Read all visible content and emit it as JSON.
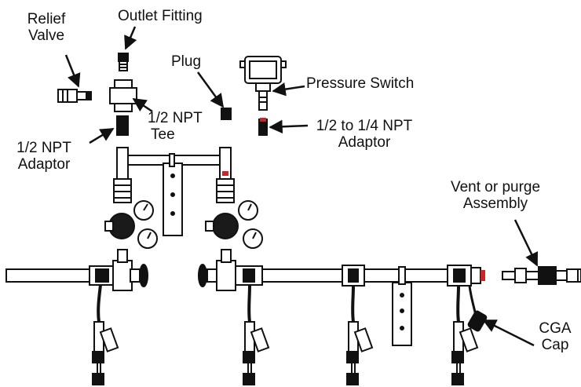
{
  "labels": {
    "relief_valve": [
      "Relief",
      "Valve"
    ],
    "outlet_fitting": "Outlet Fitting",
    "plug": "Plug",
    "pressure_switch": "Pressure Switch",
    "npt_tee": [
      "1/2 NPT",
      "Tee"
    ],
    "npt_adaptor": [
      "1/2 NPT",
      "Adaptor"
    ],
    "npt_reducer": [
      "1/2 to 1/4 NPT",
      "Adaptor"
    ],
    "vent_purge": [
      "Vent or purge",
      "Assembly"
    ],
    "cga_cap": [
      "CGA",
      "Cap"
    ]
  },
  "colors": {
    "line": "#111111",
    "fill": "#ffffff",
    "dark": "#1a1a1a",
    "accent_red": "#c62828"
  }
}
